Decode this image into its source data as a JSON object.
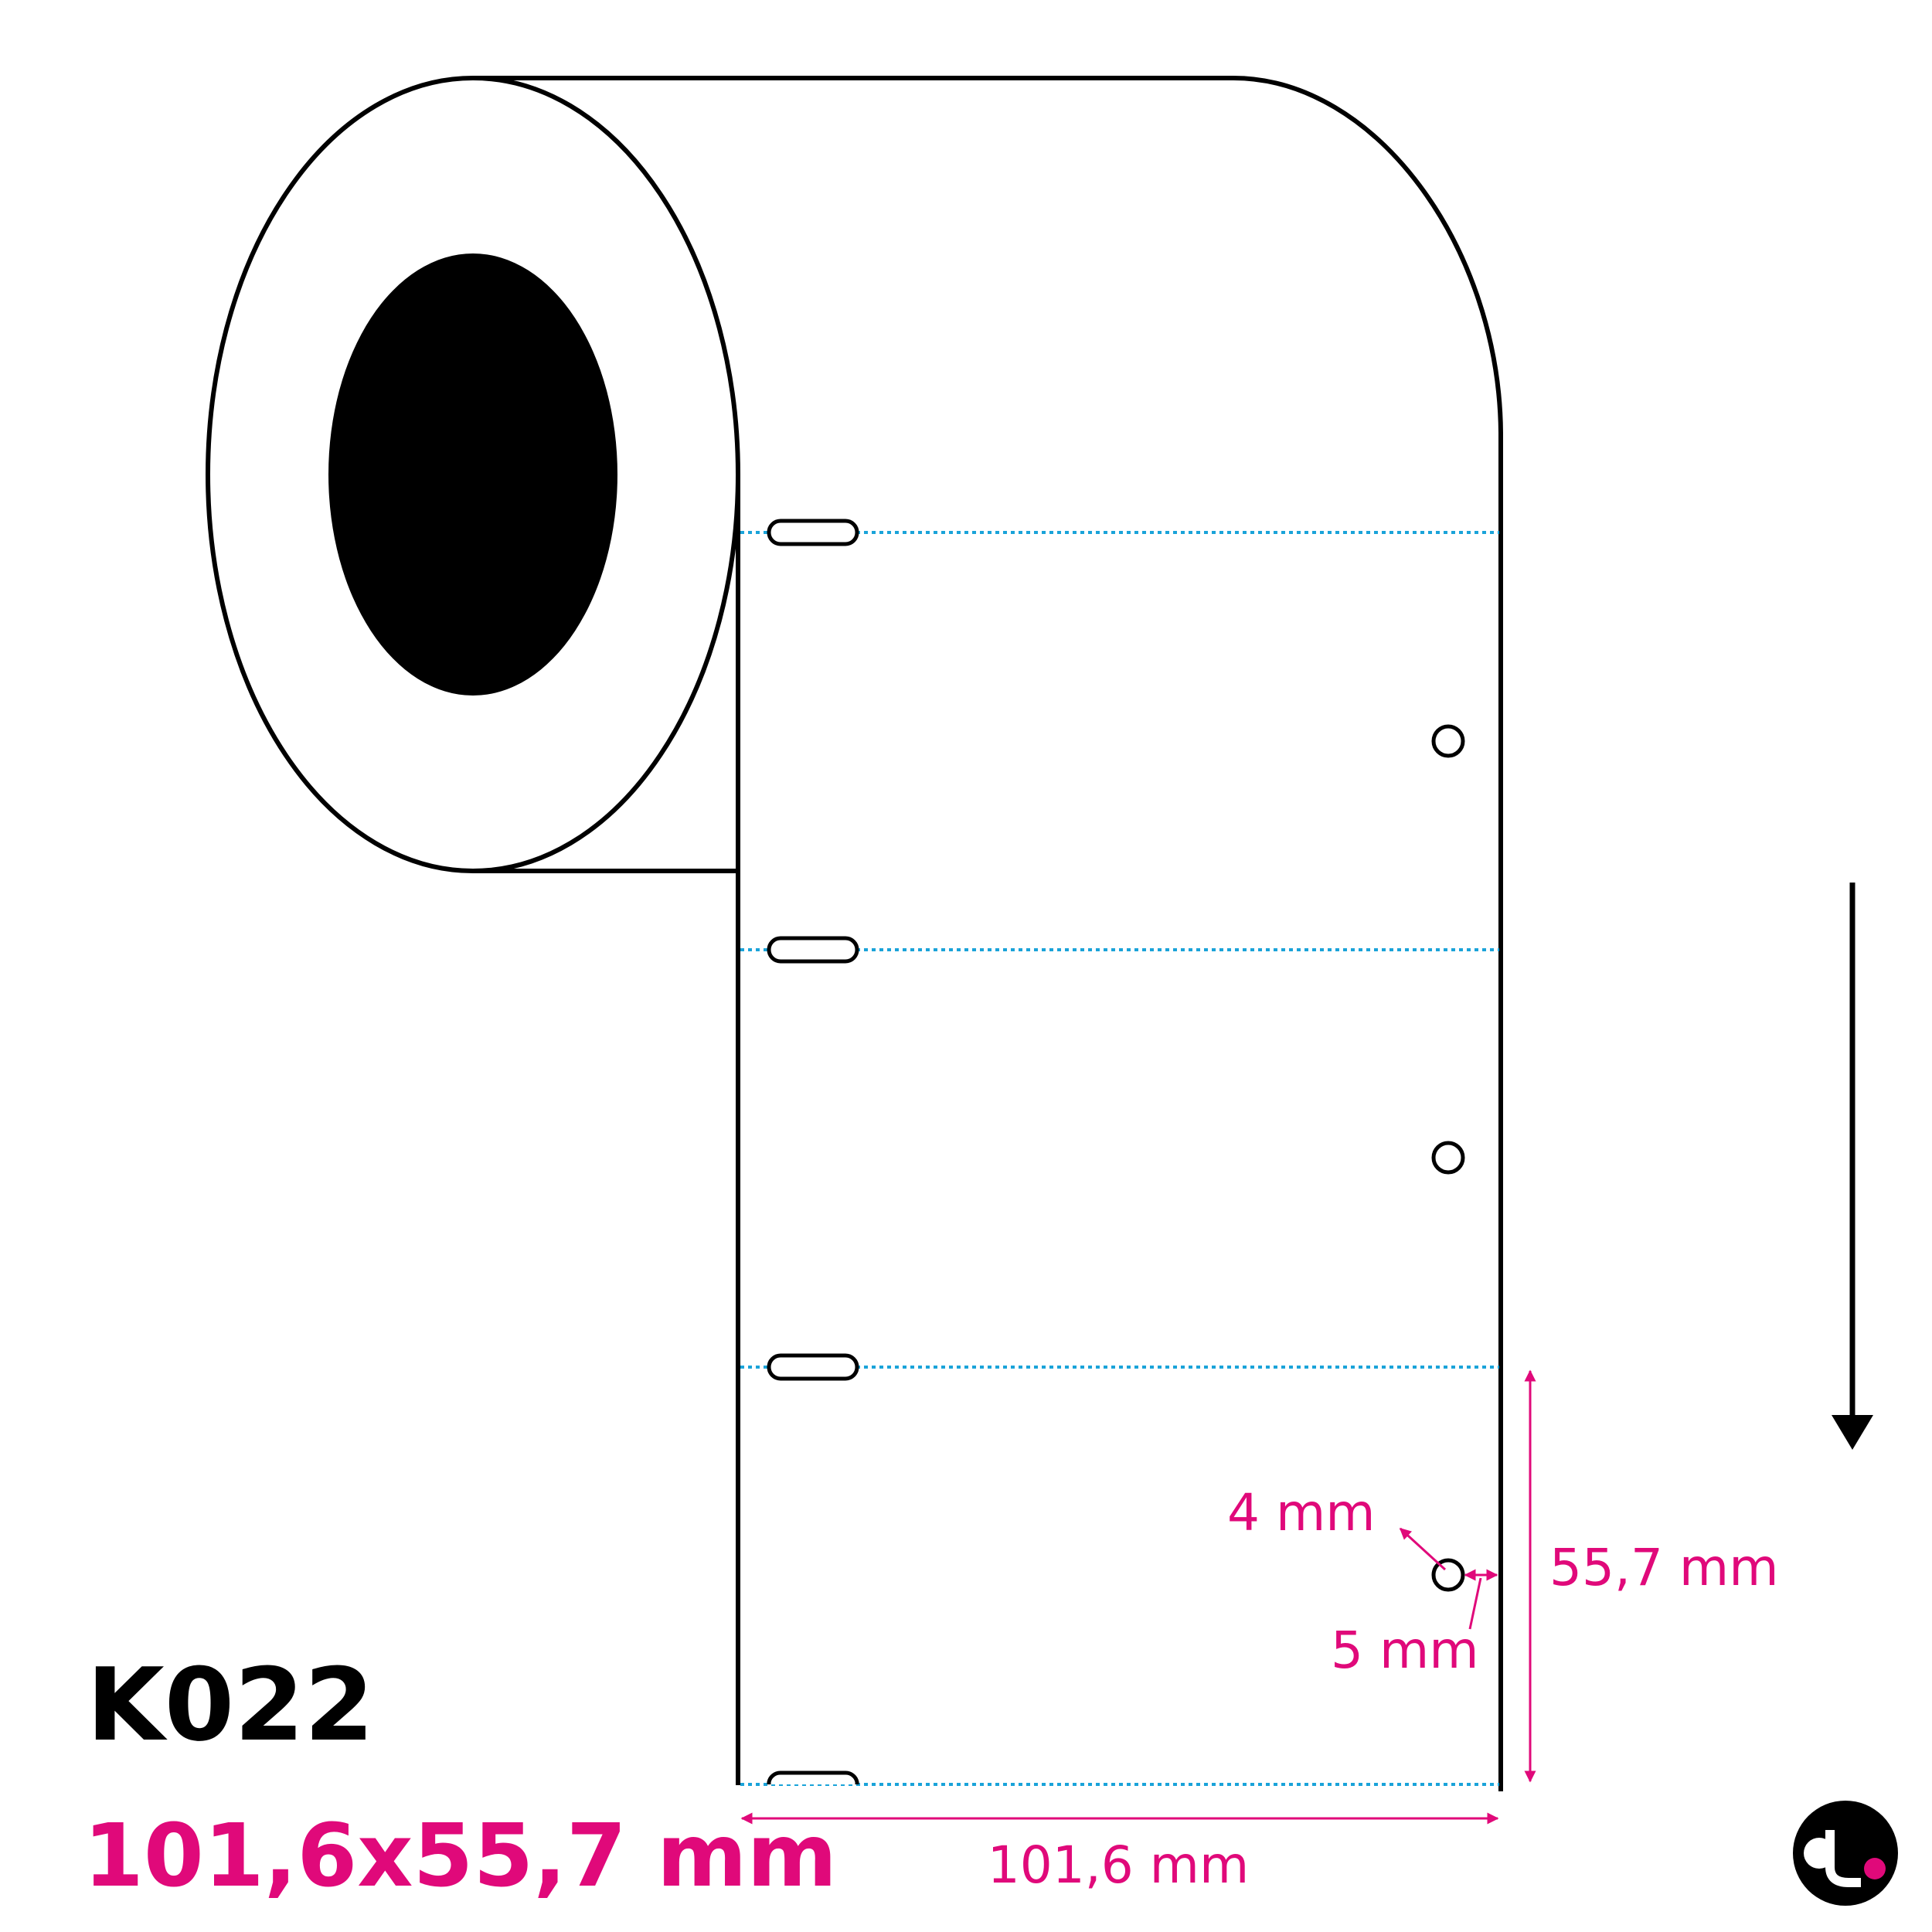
{
  "product": {
    "code": "K022",
    "size_label": "101,6x55,7 mm"
  },
  "dimensions": {
    "width_label": "101,6 mm",
    "height_label": "55,7 mm",
    "hole_diameter_label": "4 mm",
    "hole_offset_label": "5 mm"
  },
  "icons": {
    "feed_direction": "arrow-down-icon",
    "logo": "brand-logo-icon"
  },
  "colors": {
    "accent": "#e0097a",
    "perforation": "#1aa3d9",
    "outline": "#000000",
    "core": "#000000"
  }
}
